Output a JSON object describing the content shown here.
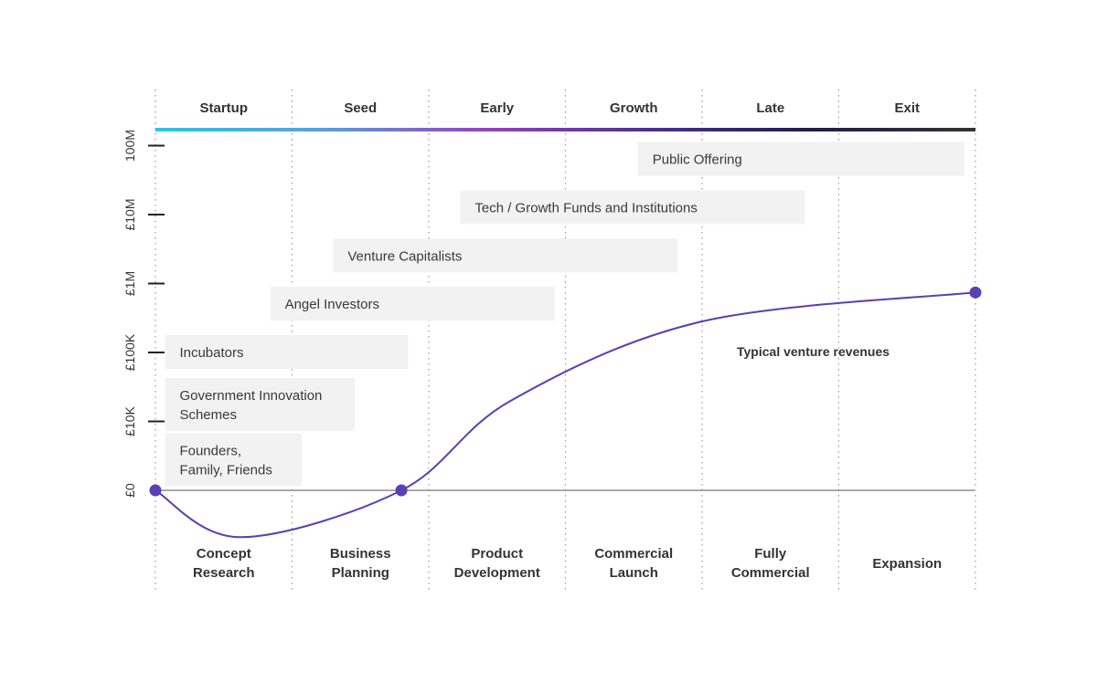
{
  "stages": [
    "Startup",
    "Seed",
    "Early",
    "Growth",
    "Late",
    "Exit"
  ],
  "stage_bar_colors": [
    "#1ecbe8",
    "#4fa3e8",
    "#9b3ec9",
    "#4b2f9e",
    "#1e1e4e",
    "#333333"
  ],
  "phases": [
    [
      "Concept",
      "Research"
    ],
    [
      "Business",
      "Planning"
    ],
    [
      "Product",
      "Development"
    ],
    [
      "Commercial",
      "Launch"
    ],
    [
      "Fully",
      "Commercial"
    ],
    [
      "Expansion"
    ]
  ],
  "y_axis_ticks": [
    "£0",
    "£10K",
    "£100K",
    "£1M",
    "£10M",
    "100M"
  ],
  "funding_sources": [
    {
      "lines": [
        "Founders,",
        "Family, Friends"
      ],
      "start_stage": 0.07,
      "end_stage": 1.07,
      "level": 0.3
    },
    {
      "lines": [
        "Government Innovation",
        "Schemes"
      ],
      "start_stage": 0.07,
      "end_stage": 1.46,
      "level": 1.1
    },
    {
      "lines": [
        "Incubators"
      ],
      "start_stage": 0.07,
      "end_stage": 1.85,
      "level": 2.0
    },
    {
      "lines": [
        "Angel Investors"
      ],
      "start_stage": 0.84,
      "end_stage": 2.92,
      "level": 2.7
    },
    {
      "lines": [
        "Venture Capitalists"
      ],
      "start_stage": 1.3,
      "end_stage": 3.82,
      "level": 3.4
    },
    {
      "lines": [
        "Tech / Growth Funds and Institutions"
      ],
      "start_stage": 2.23,
      "end_stage": 4.75,
      "level": 4.1
    },
    {
      "lines": [
        "Public Offering"
      ],
      "start_stage": 3.53,
      "end_stage": 5.92,
      "level": 4.8
    }
  ],
  "revenue_curve": {
    "label": "Typical venture revenues",
    "color": "#5b3fb5",
    "points": [
      {
        "stage": 0.0,
        "level": 0.0
      },
      {
        "stage": 0.62,
        "level": -0.68
      },
      {
        "stage": 1.8,
        "level": 0.0
      },
      {
        "stage": 2.6,
        "level": 1.3
      },
      {
        "stage": 4.0,
        "level": 2.45
      },
      {
        "stage": 6.0,
        "level": 2.87
      }
    ],
    "markers": [
      {
        "stage": 0.0,
        "level": 0.0
      },
      {
        "stage": 1.8,
        "level": 0.0
      },
      {
        "stage": 6.0,
        "level": 2.87
      }
    ]
  }
}
